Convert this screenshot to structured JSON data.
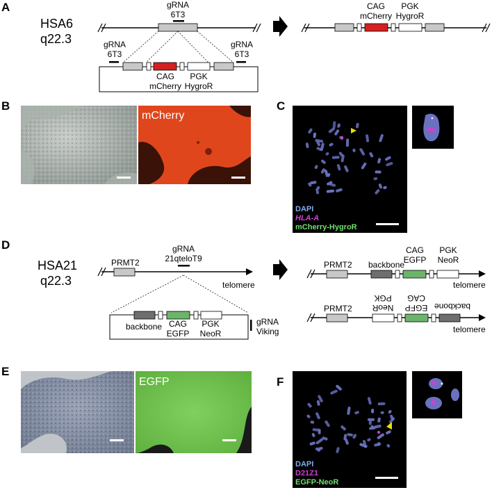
{
  "panels": {
    "a": "A",
    "b": "B",
    "c": "C",
    "d": "D",
    "e": "E",
    "f": "F"
  },
  "panel_a": {
    "locus_line1": "HSA6",
    "locus_line2": "q22.3",
    "grna_top_line1": "gRNA",
    "grna_top_line2": "6T3",
    "grna_left_line1": "gRNA",
    "grna_left_line2": "6T3",
    "grna_right_line1": "gRNA",
    "grna_right_line2": "6T3",
    "cag_line1": "CAG",
    "cag_line2": "mCherry",
    "pgk_line1": "PGK",
    "pgk_line2": "HygroR",
    "result_cag_line1": "CAG",
    "result_cag_line2": "mCherry",
    "result_pgk_line1": "PGK",
    "result_pgk_line2": "HygroR"
  },
  "panel_b": {
    "fluor_label": "mCherry"
  },
  "panel_c": {
    "legend_dapi": "DAPI",
    "legend_probe": "HLA-A",
    "legend_construct": "mCherry-HygroR"
  },
  "panel_d": {
    "locus_line1": "HSA21",
    "locus_line2": "q22.3",
    "prmt2": "PRMT2",
    "grna_line1": "gRNA",
    "grna_line2": "21qteloT9",
    "telomere": "telomere",
    "backbone": "backbone",
    "cag_line1": "CAG",
    "cag_line2": "EGFP",
    "pgk_line1": "PGK",
    "pgk_line2": "NeoR",
    "grna_viking_line1": "gRNA",
    "grna_viking_line2": "Viking",
    "r1_prmt2": "PRMT2",
    "r1_backbone": "backbone",
    "r1_cag_line1": "CAG",
    "r1_cag_line2": "EGFP",
    "r1_pgk_line1": "PGK",
    "r1_pgk_line2": "NeoR",
    "r1_telomere": "telomere",
    "r2_prmt2": "PRMT2",
    "r2_pgk_line1": "PGK",
    "r2_pgk_line2": "NeoR",
    "r2_cag_line1": "CAG",
    "r2_cag_line2": "EGFP",
    "r2_backbone": "backbone",
    "r2_telomere": "telomere"
  },
  "panel_e": {
    "fluor_label": "EGFP"
  },
  "panel_f": {
    "legend_dapi": "DAPI",
    "legend_probe": "D21Z1",
    "legend_construct": "EGFP-NeoR"
  },
  "colors": {
    "mcherry": "#d42020",
    "egfp": "#6bb56b",
    "gray_box": "#c8c8c8",
    "dark_box": "#6e6e6e",
    "dapi": "#7fb0f0",
    "probe": "#d040d0",
    "construct": "#6fe06f"
  }
}
